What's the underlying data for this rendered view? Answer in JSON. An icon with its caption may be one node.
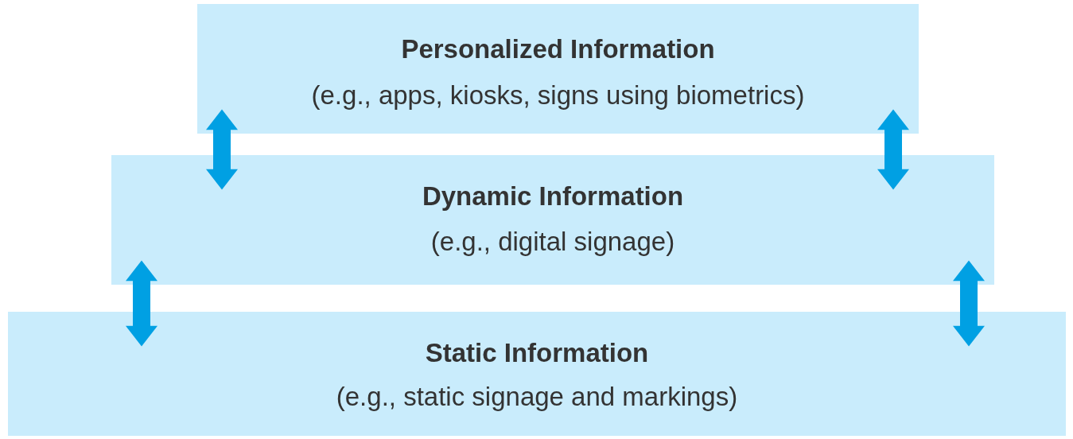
{
  "diagram": {
    "nodes": [
      {
        "text": [
          "Personalized Information",
          "(e.g., apps, kiosks, signs using biometrics)"
        ]
      },
      {
        "text": [
          "Dynamic Information",
          "(e.g., digital signage)"
        ]
      },
      {
        "text": [
          "Static Information",
          "(e.g., static signage and markings)"
        ]
      }
    ],
    "edges": [
      {
        "from": 0,
        "to": 1,
        "arrow": "both"
      },
      {
        "from": 0,
        "to": 1,
        "arrow": "both"
      },
      {
        "from": 1,
        "to": 2,
        "arrow": "both"
      },
      {
        "from": 1,
        "to": 2,
        "arrow": "both"
      }
    ]
  }
}
